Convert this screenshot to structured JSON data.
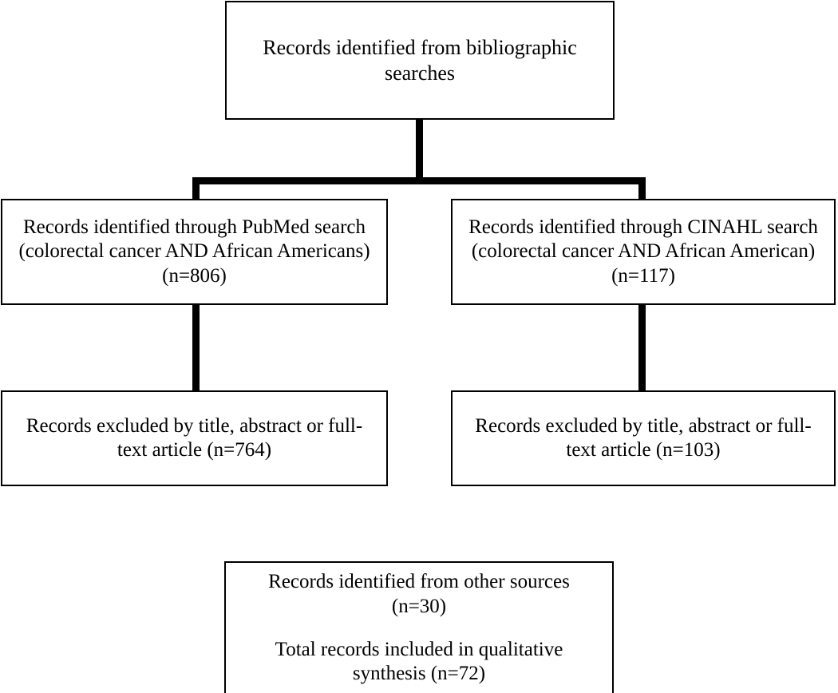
{
  "diagram": {
    "title": "PRISMA study selection flow diagram",
    "type": "flowchart",
    "background_color": "#ffffff",
    "line_color": "#000000",
    "text_color": "#000000"
  },
  "nodes": {
    "top": {
      "id": "records-identified-bibliographic",
      "line1": "Records identified from bibliographic",
      "line2": "searches"
    },
    "pubmed": {
      "id": "records-pubmed",
      "line1": "Records identified through PubMed search",
      "line2": "(colorectal cancer AND African Americans)",
      "line3": "(n=806)",
      "count": 806,
      "database": "PubMed",
      "query": "colorectal cancer AND African Americans"
    },
    "cinahl": {
      "id": "records-cinahl",
      "line1": "Records identified through CINAHL search",
      "line2": "(colorectal cancer AND African American)",
      "line3": "(n=117)",
      "count": 117,
      "database": "CINAHL",
      "query": "colorectal cancer AND African American"
    },
    "excluded_left": {
      "id": "records-excluded-pubmed",
      "line1": "Records excluded by title, abstract or full-",
      "line2": "text article (n=764)",
      "count": 764
    },
    "excluded_right": {
      "id": "records-excluded-cinahl",
      "line1": "Records excluded by title, abstract or full-",
      "line2": "text article (n=103)",
      "count": 103
    },
    "other": {
      "id": "records-other-and-total",
      "line1": "Records identified from other sources",
      "line2": "(n=30)",
      "line3": "Total records included in qualitative",
      "line4": "synthesis (n=72)",
      "other_sources_count": 30,
      "total_included_count": 72
    }
  },
  "connectors": [
    {
      "name": "top-to-split",
      "from": "top",
      "to": "split-bar"
    },
    {
      "name": "split-to-pubmed",
      "from": "split-bar",
      "to": "pubmed"
    },
    {
      "name": "split-to-cinahl",
      "from": "split-bar",
      "to": "cinahl"
    },
    {
      "name": "pubmed-to-excluded",
      "from": "pubmed",
      "to": "excluded_left"
    },
    {
      "name": "cinahl-to-excluded",
      "from": "cinahl",
      "to": "excluded_right"
    }
  ]
}
